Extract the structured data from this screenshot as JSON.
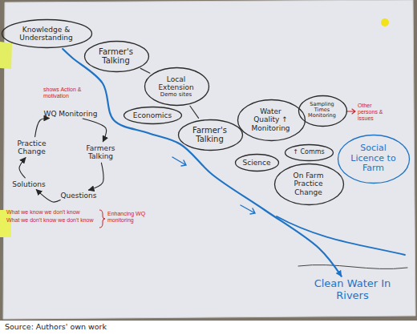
{
  "diagram": {
    "caption": "Source: Authors' own work",
    "nodes": [
      {
        "text": [
          "Knowledge & Understanding"
        ]
      },
      {
        "text": [
          "Farmer's Talking"
        ]
      },
      {
        "text": [
          "Local Extension",
          "Demo sites"
        ]
      },
      {
        "text": [
          "Economics"
        ]
      },
      {
        "text": [
          "Farmer's Talking"
        ]
      },
      {
        "text": [
          "Water Quality ↑ Monitoring"
        ]
      },
      {
        "text": [
          "Sampling Times Monitoring"
        ]
      },
      {
        "text": [
          "↑ Comms"
        ]
      },
      {
        "text": [
          "Science"
        ]
      },
      {
        "text": [
          "On Farm Practice Change"
        ]
      },
      {
        "text": [
          "Social Licence to Farm"
        ]
      },
      {
        "text": [
          "WQ Monitoring"
        ]
      },
      {
        "text": [
          "Farmers Talking"
        ]
      },
      {
        "text": [
          "Questions"
        ]
      },
      {
        "text": [
          "Solutions"
        ]
      },
      {
        "text": [
          "Practice Change"
        ]
      },
      {
        "text": [
          "Clean Water In Rivers"
        ]
      }
    ],
    "edges": [
      {
        "from": 0,
        "to": 16,
        "arrow": "to"
      },
      {
        "from": 1,
        "to": 2,
        "arrow": "none"
      },
      {
        "from": 2,
        "to": 4,
        "arrow": "none"
      },
      {
        "from": 11,
        "to": 12,
        "arrow": "to"
      },
      {
        "from": 12,
        "to": 13,
        "arrow": "to"
      },
      {
        "from": 13,
        "to": 14,
        "arrow": "to"
      },
      {
        "from": 14,
        "to": 15,
        "arrow": "to"
      },
      {
        "from": 15,
        "to": 11,
        "arrow": "to"
      }
    ],
    "labels": [
      "shows Action & motivation",
      "Other persons & issues",
      "What we know we don't know",
      "What we don't know we don't know",
      "Enhancing WQ monitoring"
    ]
  }
}
